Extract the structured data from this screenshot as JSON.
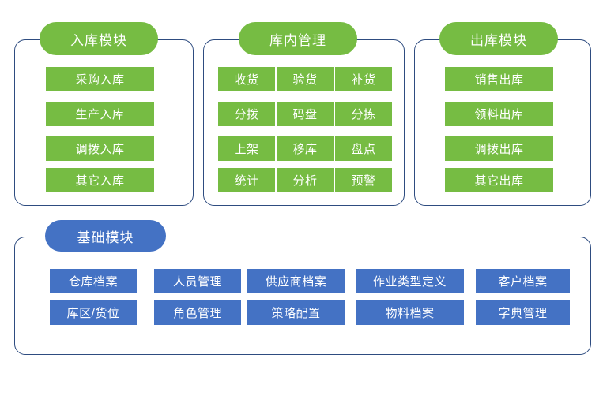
{
  "diagram": {
    "title_colors": {
      "green": "#76BC43",
      "blue": "#4472C4",
      "border": "#2E4C80",
      "background": "#FFFFFF",
      "text": "#FFFFFF"
    },
    "groups": [
      {
        "id": "inbound",
        "header": "入库模块",
        "accent": "#76BC43",
        "layout": "single-column",
        "items": [
          "采购入库",
          "生产入库",
          "调拨入库",
          "其它入库"
        ]
      },
      {
        "id": "in-warehouse",
        "header": "库内管理",
        "accent": "#76BC43",
        "layout": "grid-3",
        "items": [
          "收货",
          "验货",
          "补货",
          "分拨",
          "码盘",
          "分拣",
          "上架",
          "移库",
          "盘点",
          "统计",
          "分析",
          "预警"
        ]
      },
      {
        "id": "outbound",
        "header": "出库模块",
        "accent": "#76BC43",
        "layout": "single-column",
        "items": [
          "销售出库",
          "领料出库",
          "调拨出库",
          "其它出库"
        ]
      },
      {
        "id": "foundation",
        "header": "基础模块",
        "accent": "#4472C4",
        "layout": "grid-5",
        "items": [
          "仓库档案",
          "人员管理",
          "供应商档案",
          "作业类型定义",
          "客户档案",
          "库区/货位",
          "角色管理",
          "策略配置",
          "物料档案",
          "字典管理"
        ]
      }
    ]
  }
}
